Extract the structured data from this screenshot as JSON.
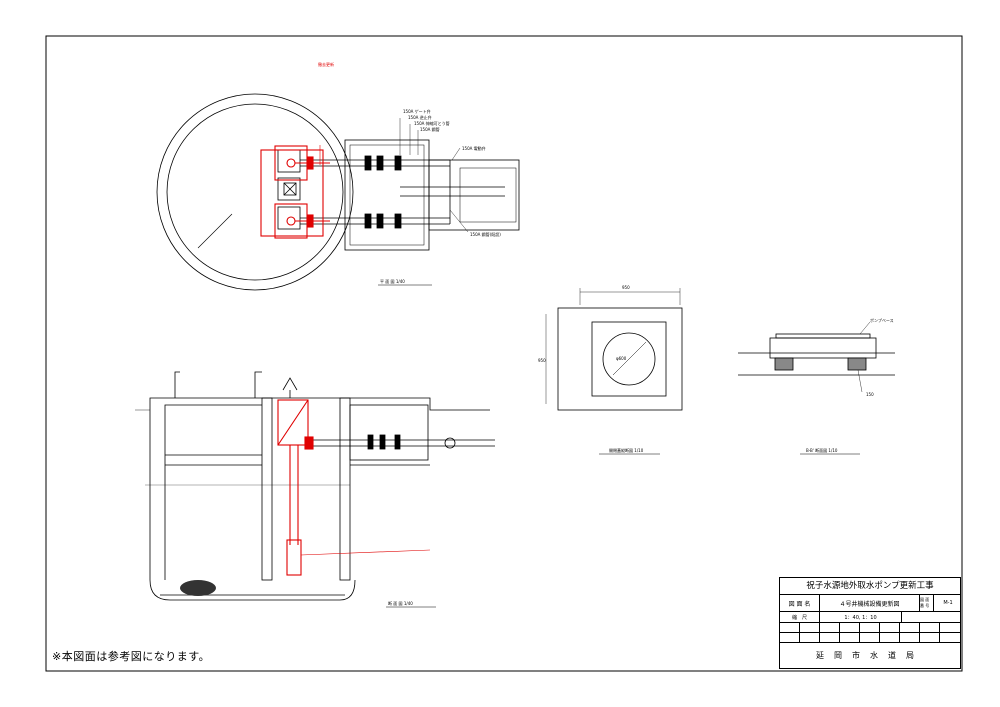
{
  "note": "※本図面は参考図になります。",
  "title_block": {
    "project": "祝子水源地外取水ポンプ更新工事",
    "drawing_name_label": "図 面 名",
    "drawing_name": "４号井機械設備更新図",
    "drawing_no_label": "図 面 番 号",
    "drawing_no": "M-1",
    "scale_label": "縮　尺",
    "scale": "1：40, 1：10",
    "organization": "延岡市水道局"
  },
  "drawings": {
    "plan_title": "平 面 図  1/40",
    "section_title": "断 面 図  1/40",
    "manhole_title": "開閉蓋縦断図  1/10",
    "detail_title": "B-B' 断面図  1/10",
    "manhole_dim_top": "950",
    "manhole_dim_side": "950",
    "manhole_dim_diam": "φ600",
    "detail_label_top": "ポンプベース",
    "detail_label_bottom": "150",
    "callouts": [
      "150A ゲート弁",
      "150A 逆止弁",
      "150A 伸縮可とう管",
      "150A 鋼管",
      "150A 電動弁",
      "150A 鋼管(既設)"
    ]
  },
  "colors": {
    "line": "#000000",
    "update": "#e00000"
  }
}
